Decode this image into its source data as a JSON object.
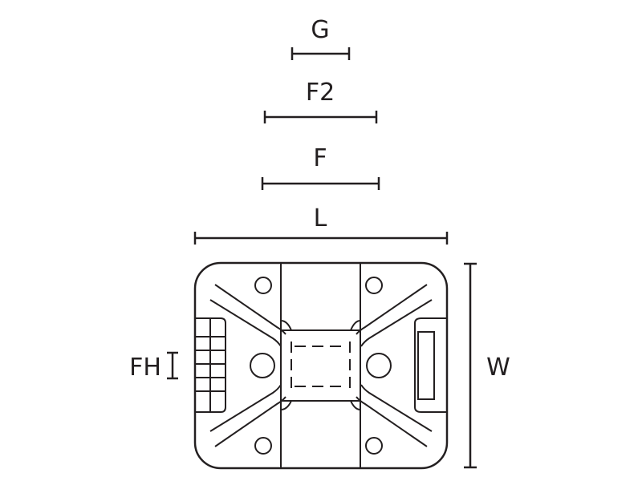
{
  "labels": {
    "g": "G",
    "f2": "F2",
    "f": "F",
    "l": "L",
    "fh": "FH",
    "w": "W"
  }
}
